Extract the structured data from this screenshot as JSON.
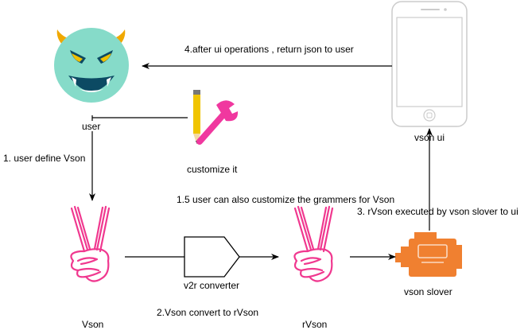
{
  "diagram": {
    "nodes": {
      "user": {
        "label": "user",
        "icon": "devil-face-icon"
      },
      "customize": {
        "label": "customize it",
        "icon": "pencil-wrench-icon"
      },
      "vson_ui": {
        "label": "vson ui",
        "icon": "smartphone-icon"
      },
      "vson": {
        "label": "Vson",
        "icon": "victory-hand-icon"
      },
      "v2r": {
        "label": "v2r converter",
        "icon": "converter-arrow-box-icon"
      },
      "rvson": {
        "label": "rVson",
        "icon": "victory-hand-icon"
      },
      "slover": {
        "label": "vson slover",
        "icon": "engine-icon"
      }
    },
    "edges": {
      "step1": "1. user define Vson",
      "step1_5": "1.5 user can also customize the grammers for Vson",
      "step2": "2.Vson convert to rVson",
      "step3": "3. rVson executed by vson slover to ui",
      "step4": "4.after ui operations , return json to user"
    },
    "colors": {
      "devil_face": "#86dbc9",
      "devil_horns": "#f0a800",
      "devil_mouth": "#0c4a63",
      "hand_outline": "#f0388f",
      "engine": "#f08030",
      "pencil": "#f0c400",
      "wrench": "#f0389f",
      "phone_outline": "#cccccc",
      "line": "#000000"
    }
  }
}
